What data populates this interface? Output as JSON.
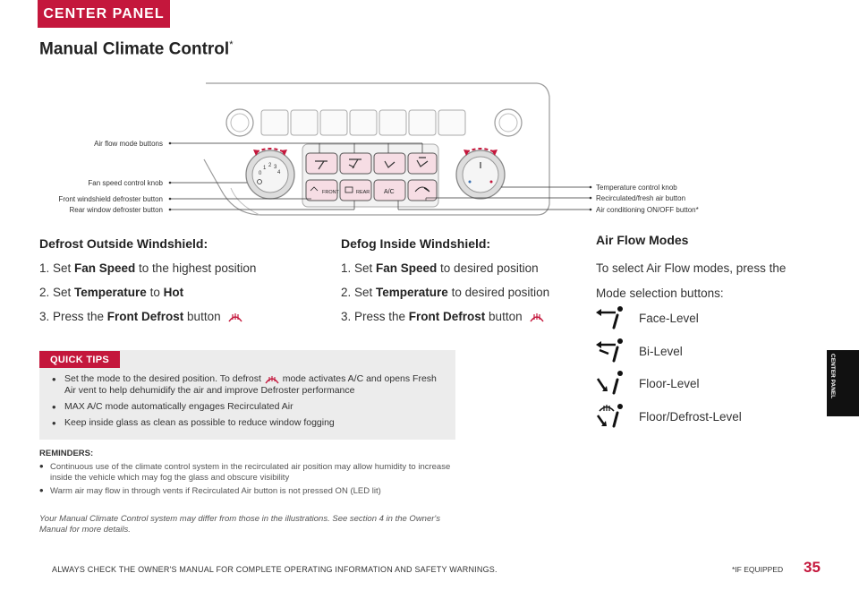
{
  "header": {
    "tab_label": "CENTER PANEL"
  },
  "title": {
    "text": "Manual Climate Control",
    "sup": "*"
  },
  "diagram": {
    "left_labels": {
      "air_flow": "Air flow mode buttons",
      "fan_speed": "Fan speed control knob",
      "front_defrost": "Front windshield defroster button",
      "rear_defrost": "Rear window defroster button"
    },
    "right_labels": {
      "temperature": "Temperature control knob",
      "recirc": "Recirculated/fresh air button",
      "ac": "Air conditioning ON/OFF button*"
    },
    "buttons": {
      "front": "FRONT",
      "rear": "REAR",
      "ac": "A/C"
    },
    "fan_numbers": [
      "0",
      "1",
      "2",
      "3",
      "4"
    ]
  },
  "defrost_outside": {
    "heading": "Defrost Outside Windshield:",
    "steps": [
      {
        "pre": "1. Set ",
        "bold": "Fan Speed",
        "post": " to the highest position"
      },
      {
        "pre": "2. Set ",
        "bold": "Temperature",
        "mid": " to ",
        "bold2": "Hot"
      },
      {
        "pre": "3. Press the ",
        "bold": "Front Defrost",
        "post": " button"
      }
    ]
  },
  "defog_inside": {
    "heading": "Defog Inside Windshield:",
    "steps": [
      {
        "pre": "1. Set ",
        "bold": "Fan Speed",
        "post": " to desired position"
      },
      {
        "pre": "2. Set ",
        "bold": "Temperature",
        "post": " to desired position"
      },
      {
        "pre": "3. Press the ",
        "bold": "Front Defrost",
        "post": " button"
      }
    ]
  },
  "air_flow_modes": {
    "heading": "Air Flow Modes",
    "description": "To select Air Flow modes, press the Mode selection buttons:",
    "modes": [
      {
        "label": "Face-Level",
        "icon": "face-level-icon"
      },
      {
        "label": "Bi-Level",
        "icon": "bi-level-icon"
      },
      {
        "label": "Floor-Level",
        "icon": "floor-level-icon"
      },
      {
        "label": "Floor/Defrost-Level",
        "icon": "floor-defrost-icon"
      }
    ]
  },
  "quick_tips": {
    "label": "QUICK TIPS",
    "tip1_pre": "Set the mode to the desired position. To defrost",
    "tip1_post": "mode activates A/C and opens Fresh Air vent to help dehumidify the air and improve Defroster performance",
    "tip2": "MAX A/C mode automatically engages Recirculated Air",
    "tip3": "Keep inside glass as clean as possible to reduce window fogging"
  },
  "reminders": {
    "heading": "REMINDERS:",
    "items": [
      "Continuous use of the climate control system in the recirculated air position may allow humidity to increase inside the vehicle which may fog the glass and obscure visibility",
      "Warm air may flow in through vents if Recirculated Air button is not pressed ON (LED lit)"
    ]
  },
  "note": "Your Manual Climate Control system may differ from those in the illustrations. See section 4 in the Owner's Manual for more details.",
  "side_tab": {
    "line1": "CENTER",
    "line2": "PANEL"
  },
  "footer": {
    "warning": "ALWAYS CHECK THE OWNER'S MANUAL FOR COMPLETE OPERATING INFORMATION AND SAFETY WARNINGS.",
    "equipped": "*IF EQUIPPED",
    "page_number": "35"
  },
  "colors": {
    "brand_red": "#c4173c",
    "button_pink": "#f6dde4"
  }
}
